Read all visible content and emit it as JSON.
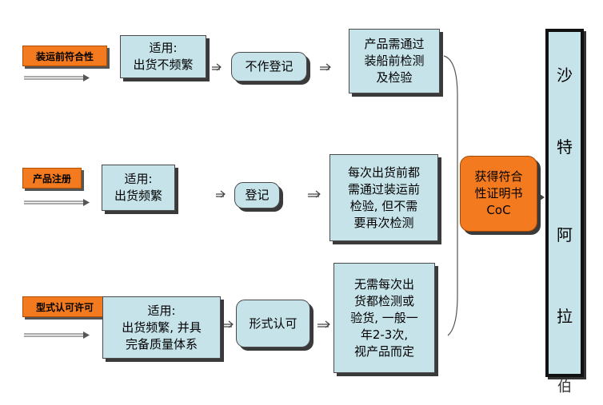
{
  "rows": [
    {
      "tag": "装运前符合性",
      "apply": "适用:\n出货不频繁",
      "action": "不作登记",
      "result": "产品需通过\n装船前检测\n及检验"
    },
    {
      "tag": "产品注册",
      "apply": "适用:\n出货频繁",
      "action": "登记",
      "result": "每次出货前都\n需通过装运前\n检验, 但不需\n要再次检测"
    },
    {
      "tag": "型式认可许可",
      "apply": "适用:\n出货频繁, 并具\n完备质量体系",
      "action": "形式认可",
      "result": "无需每次出\n货都检测或\n验货, 一般一\n年2-3次,\n视产品而定"
    }
  ],
  "outcome": "获得符合\n性证明书\nCoC",
  "country": [
    "沙",
    "特",
    "阿",
    "拉"
  ],
  "stray_glyph": "伯",
  "colors": {
    "box_fill": "#c6e3ea",
    "tag_fill": "#f37a1f",
    "border": "#4a4a4a"
  }
}
